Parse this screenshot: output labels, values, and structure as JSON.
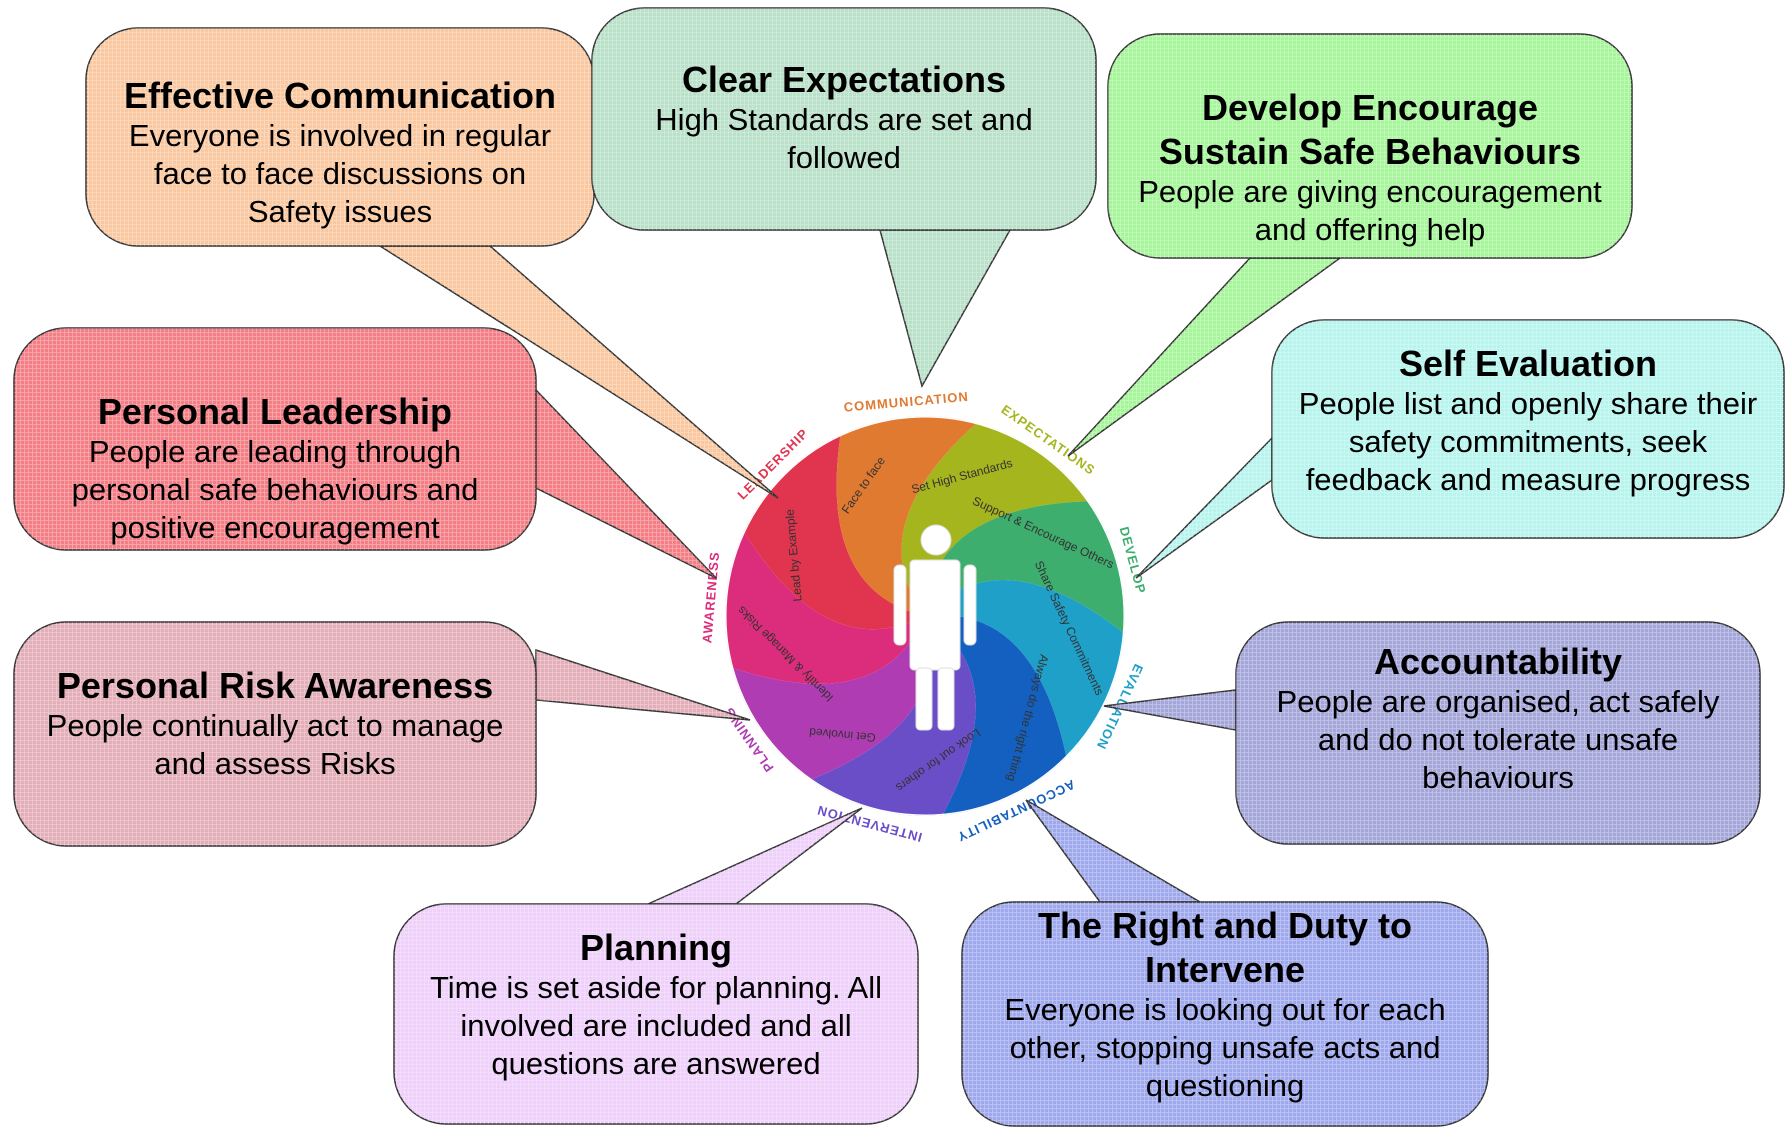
{
  "bubbles": [
    {
      "id": "effective-communication",
      "title": [
        "Effective Communication"
      ],
      "body": [
        "Everyone is involved in regular",
        "face to face discussions on",
        "Safety issues"
      ],
      "fill": "#FAC8A0"
    },
    {
      "id": "clear-expectations",
      "title": [
        "Clear Expectations"
      ],
      "body": [
        "High Standards are set and",
        "followed"
      ],
      "fill": "#B9E0C8"
    },
    {
      "id": "develop-encourage",
      "title": [
        "Develop Encourage",
        "Sustain Safe Behaviours"
      ],
      "body": [
        "People are giving encouragement",
        "and offering help"
      ],
      "fill": "#A7F59A"
    },
    {
      "id": "personal-leadership",
      "title": [
        "Personal Leadership"
      ],
      "body": [
        "People are leading through",
        "personal safe behaviours and",
        "positive encouragement"
      ],
      "fill": "#F47E86"
    },
    {
      "id": "self-evaluation",
      "title": [
        "Self Evaluation"
      ],
      "body": [
        "People list and openly share their",
        "safety commitments, seek",
        "feedback and measure progress"
      ],
      "fill": "#B7F4EE"
    },
    {
      "id": "personal-risk-awareness",
      "title": [
        "Personal Risk Awareness"
      ],
      "body": [
        "People continually act to manage",
        "and assess Risks"
      ],
      "fill": "#E4AEB8"
    },
    {
      "id": "accountability",
      "title": [
        "Accountability"
      ],
      "body": [
        "People are organised, act safely",
        "and do not tolerate unsafe",
        "behaviours"
      ],
      "fill": "#A4A6DA"
    },
    {
      "id": "planning",
      "title": [
        "Planning"
      ],
      "body": [
        "Time is set aside for planning. All",
        "involved are included and all",
        "questions are answered"
      ],
      "fill": "#EED0FA"
    },
    {
      "id": "right-and-duty",
      "title": [
        "The Right and Duty to",
        "Intervene"
      ],
      "body": [
        "Everyone is looking out for each",
        "other, stopping unsafe acts and",
        "questioning"
      ],
      "fill": "#9EA8EC"
    }
  ],
  "wheel": {
    "ring_labels": [
      "EXPECTATIONS",
      "DEVELOP",
      "EVALUATION",
      "ACCOUNTABILITY",
      "INTERVENTION",
      "PLANNING",
      "AWARENESS",
      "LEADERSHIP",
      "COMMUNICATION"
    ],
    "segment_labels": [
      "Set High Standards",
      "Support & Encourage Others",
      "Share Safety Commitments",
      "Always do the right thing",
      "Look out for others",
      "Get involved",
      "Identify & Manage Risks",
      "Lead by Example",
      "Face to face"
    ],
    "colors": [
      "#A5B51E",
      "#3DAE6E",
      "#1FA0C8",
      "#1460C0",
      "#6A4EC8",
      "#B03CB4",
      "#DC2C7C",
      "#E1344E",
      "#E07A30"
    ]
  }
}
